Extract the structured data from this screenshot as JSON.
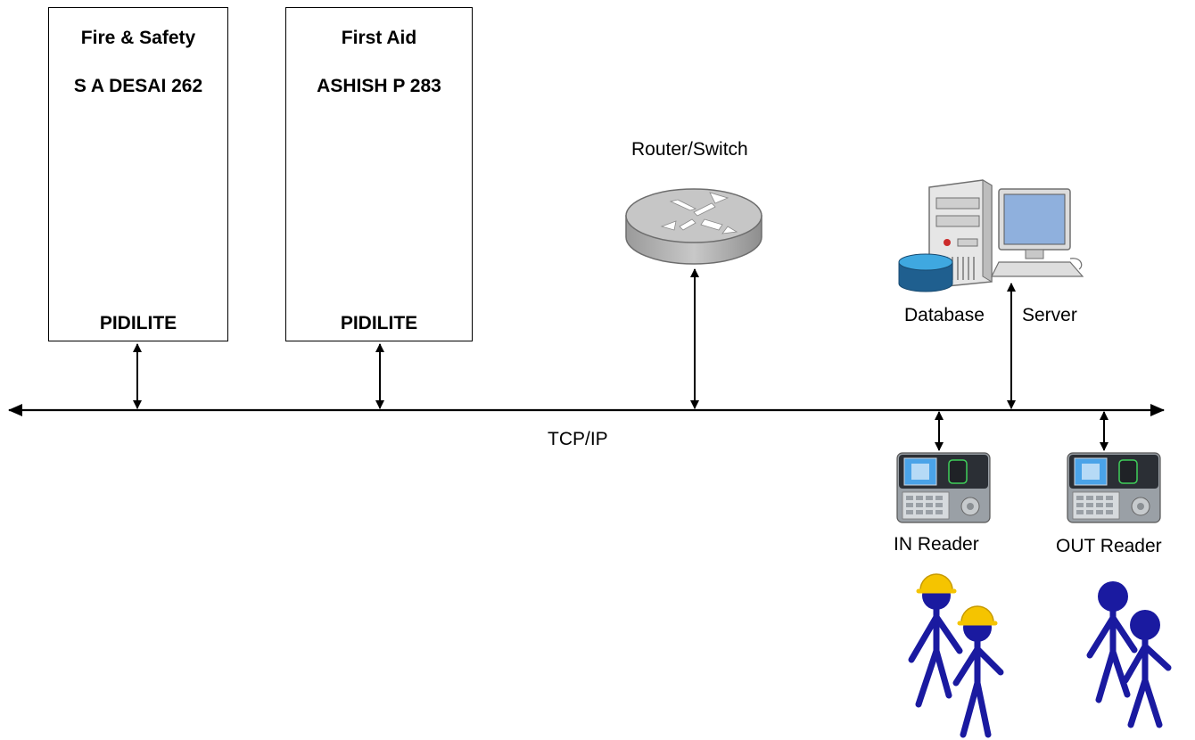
{
  "boards": [
    {
      "title": "Fire & Safety",
      "person": "S A DESAI 262",
      "footer": "PIDILITE"
    },
    {
      "title": "First Aid",
      "person": "ASHISH P 283",
      "footer": "PIDILITE"
    }
  ],
  "network": {
    "bus_label": "TCP/IP",
    "router_label": "Router/Switch",
    "database_label": "Database",
    "server_label": "Server"
  },
  "readers": [
    {
      "label": "IN Reader"
    },
    {
      "label": "OUT Reader"
    }
  ],
  "icons": {
    "router": "router-icon",
    "server": "server-computer-icon",
    "database": "database-icon",
    "reader": "biometric-reader-icon",
    "worker_helmet": "worker-with-helmet-icon",
    "worker_plain": "worker-icon"
  },
  "colors": {
    "line": "#000000",
    "figure": "#1a1aa0",
    "helmet": "#f5c400",
    "database": "#1f5f8f",
    "router": "#b8b8b8",
    "monitor_screen": "#8fb0dd"
  }
}
